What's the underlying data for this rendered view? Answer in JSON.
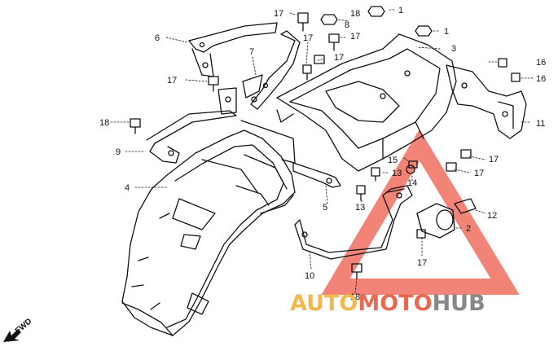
{
  "callouts": {
    "c1a": "1",
    "c1b": "1",
    "c2": "2",
    "c3": "3",
    "c4": "4",
    "c5": "5",
    "c6": "6",
    "c7": "7",
    "c8": "8",
    "c9": "9",
    "c10": "10",
    "c11": "11",
    "c12": "12",
    "c13a": "13",
    "c13b": "13",
    "c14": "14",
    "c15": "15",
    "c16a": "16",
    "c16b": "16",
    "c17a": "17",
    "c17b": "17",
    "c17c": "17",
    "c17d": "17",
    "c17e": "17",
    "c17f": "17",
    "c17g": "17",
    "c17h": "17",
    "c18a": "18",
    "c18b": "18",
    "c18c": "18"
  },
  "fwd_label": "FWD",
  "watermark": {
    "part1": "AUTO",
    "part2": "MOTO",
    "part3": "HUB",
    "colors": {
      "auto": "#f2b84b",
      "moto": "#e8694f",
      "hub": "#888888",
      "triangle": "#ee5a4a"
    }
  }
}
